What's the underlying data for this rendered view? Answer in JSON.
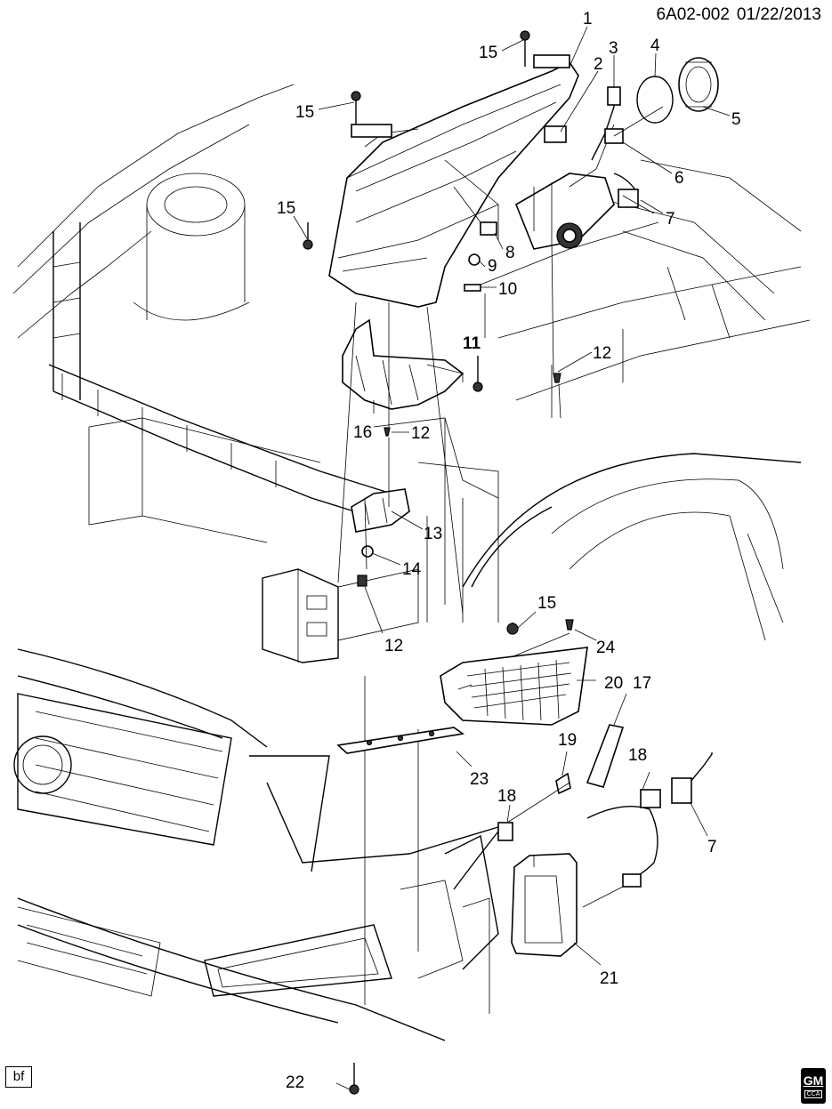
{
  "header": {
    "diagram_code": "6A02-002",
    "date": "01/22/2013"
  },
  "corner_tag": "bf",
  "logo": {
    "brand": "GM",
    "sub": "CCA"
  },
  "callouts": [
    {
      "id": "c1",
      "label": "1"
    },
    {
      "id": "c2",
      "label": "2"
    },
    {
      "id": "c3",
      "label": "3"
    },
    {
      "id": "c4",
      "label": "4"
    },
    {
      "id": "c5",
      "label": "5"
    },
    {
      "id": "c6",
      "label": "6"
    },
    {
      "id": "c7a",
      "label": "7"
    },
    {
      "id": "c8",
      "label": "8"
    },
    {
      "id": "c9",
      "label": "9"
    },
    {
      "id": "c10",
      "label": "10"
    },
    {
      "id": "c11",
      "label": "11"
    },
    {
      "id": "c12a",
      "label": "12"
    },
    {
      "id": "c12b",
      "label": "12"
    },
    {
      "id": "c12c",
      "label": "12"
    },
    {
      "id": "c13",
      "label": "13"
    },
    {
      "id": "c14",
      "label": "14"
    },
    {
      "id": "c15a",
      "label": "15"
    },
    {
      "id": "c15b",
      "label": "15"
    },
    {
      "id": "c15c",
      "label": "15"
    },
    {
      "id": "c15d",
      "label": "15"
    },
    {
      "id": "c16",
      "label": "16"
    },
    {
      "id": "c17",
      "label": "17"
    },
    {
      "id": "c18a",
      "label": "18"
    },
    {
      "id": "c18b",
      "label": "18"
    },
    {
      "id": "c19",
      "label": "19"
    },
    {
      "id": "c20",
      "label": "20"
    },
    {
      "id": "c21",
      "label": "21"
    },
    {
      "id": "c22",
      "label": "22"
    },
    {
      "id": "c23",
      "label": "23"
    },
    {
      "id": "c24",
      "label": "24"
    },
    {
      "id": "c7b",
      "label": "7"
    }
  ]
}
